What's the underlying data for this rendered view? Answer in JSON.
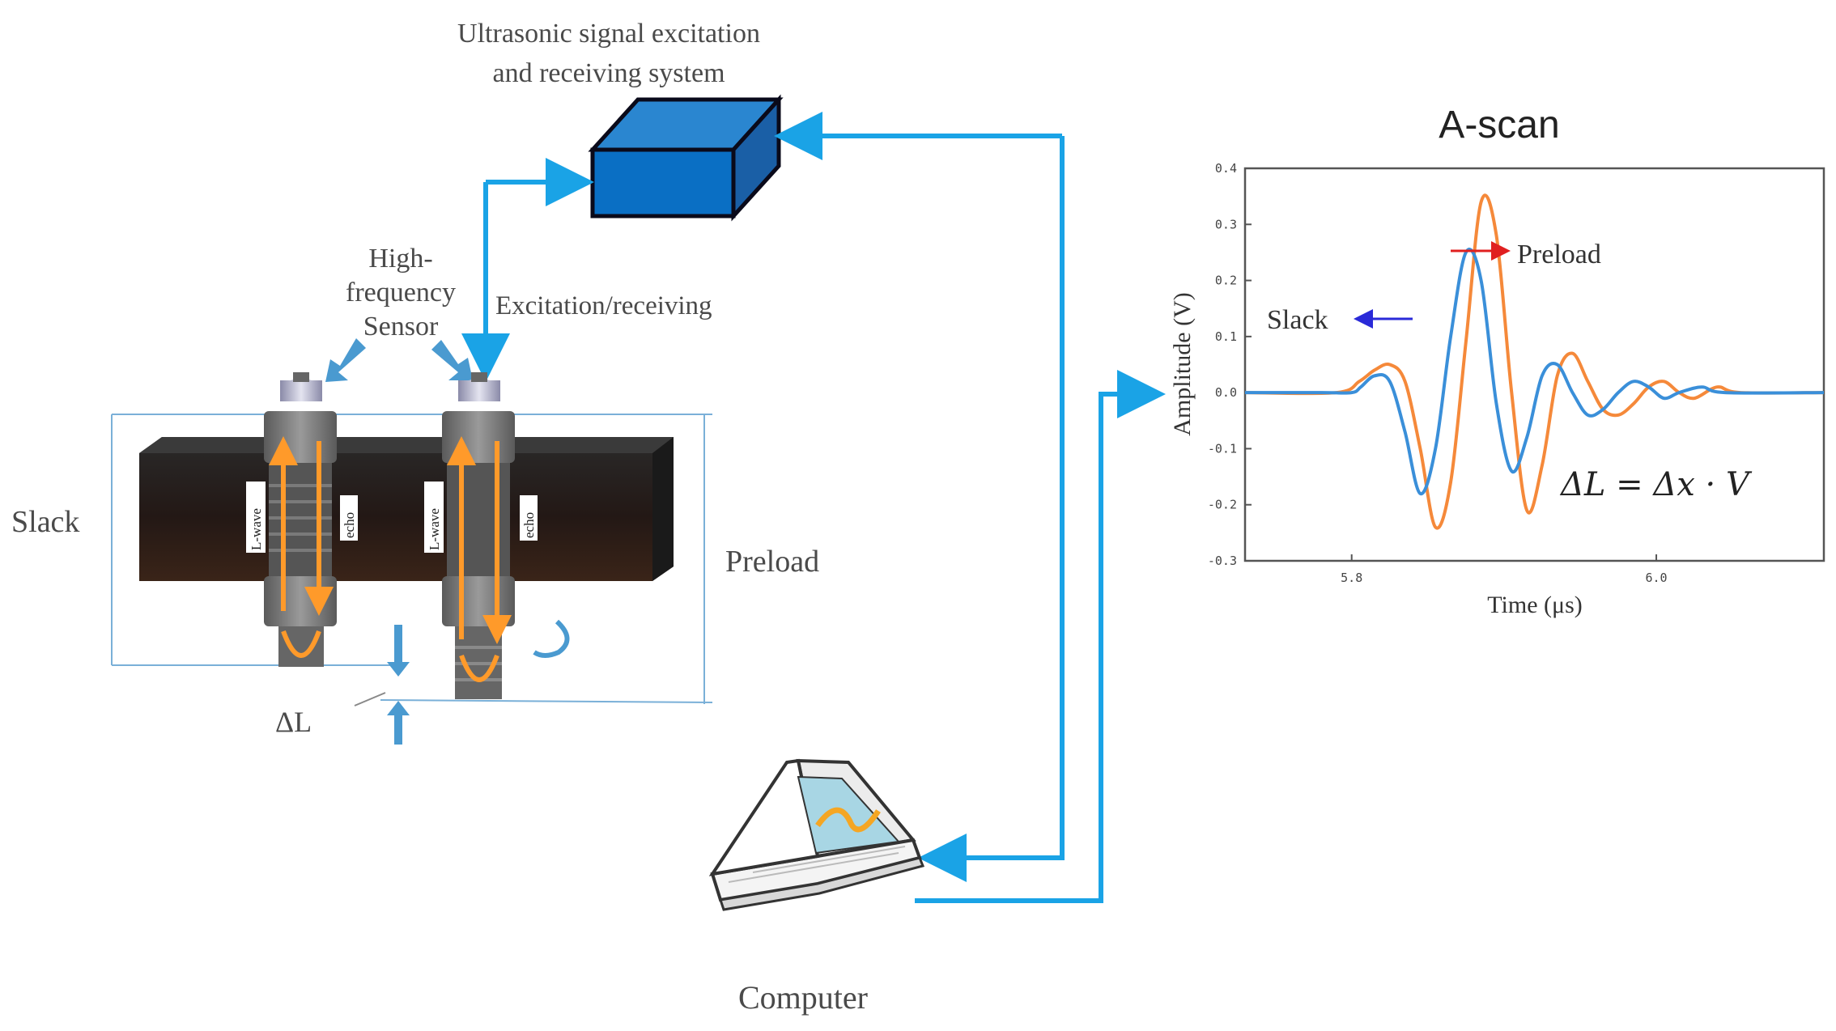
{
  "title_system_line1": "Ultrasonic signal excitation",
  "title_system_line2": "and receiving system",
  "sensor_label": [
    "High-",
    "frequency",
    "Sensor"
  ],
  "excitation_label": "Excitation/receiving",
  "slack_label": "Slack",
  "preload_label": "Preload",
  "delta_l_label": "ΔL",
  "lwave_label": "L-wave",
  "echo_label": "echo",
  "computer_label": "Computer",
  "chart_data": {
    "type": "line",
    "title": "A-scan",
    "xlabel": "Time (μs)",
    "ylabel": "Amplitude (V)",
    "xlim": [
      5.73,
      6.11
    ],
    "ylim": [
      -0.3,
      0.4
    ],
    "xticks": [
      "5.8",
      "6.0"
    ],
    "yticks": [
      "0.4",
      "0.3",
      "0.2",
      "0.1",
      "0.0",
      "-0.1",
      "-0.2",
      "-0.3"
    ],
    "annotations": [
      "Preload",
      "Slack"
    ],
    "equation": "ΔL = Δx · V",
    "series": [
      {
        "name": "Slack",
        "color": "#3a8fd9",
        "x": [
          5.73,
          5.78,
          5.8,
          5.806,
          5.815,
          5.825,
          5.835,
          5.845,
          5.855,
          5.865,
          5.875,
          5.885,
          5.895,
          5.905,
          5.915,
          5.925,
          5.935,
          5.945,
          5.955,
          5.965,
          5.975,
          5.985,
          5.995,
          6.005,
          6.015,
          6.03,
          6.045,
          6.11
        ],
        "y": [
          0.0,
          0.0,
          0.0,
          0.01,
          0.03,
          0.02,
          -0.07,
          -0.18,
          -0.1,
          0.1,
          0.25,
          0.2,
          -0.02,
          -0.14,
          -0.08,
          0.03,
          0.05,
          0.0,
          -0.04,
          -0.03,
          0.0,
          0.02,
          0.01,
          -0.01,
          0.0,
          0.01,
          0.0,
          0.0
        ]
      },
      {
        "name": "Preload",
        "color": "#f5893a",
        "x": [
          5.73,
          5.79,
          5.805,
          5.815,
          5.825,
          5.835,
          5.845,
          5.855,
          5.865,
          5.875,
          5.885,
          5.895,
          5.905,
          5.915,
          5.925,
          5.935,
          5.945,
          5.955,
          5.965,
          5.975,
          5.985,
          5.995,
          6.005,
          6.015,
          6.025,
          6.04,
          6.055,
          6.11
        ],
        "y": [
          0.0,
          0.0,
          0.02,
          0.04,
          0.05,
          0.02,
          -0.1,
          -0.24,
          -0.16,
          0.09,
          0.34,
          0.28,
          0.0,
          -0.21,
          -0.13,
          0.03,
          0.07,
          0.02,
          -0.03,
          -0.04,
          -0.02,
          0.01,
          0.02,
          0.0,
          -0.01,
          0.01,
          0.0,
          0.0
        ]
      }
    ]
  }
}
